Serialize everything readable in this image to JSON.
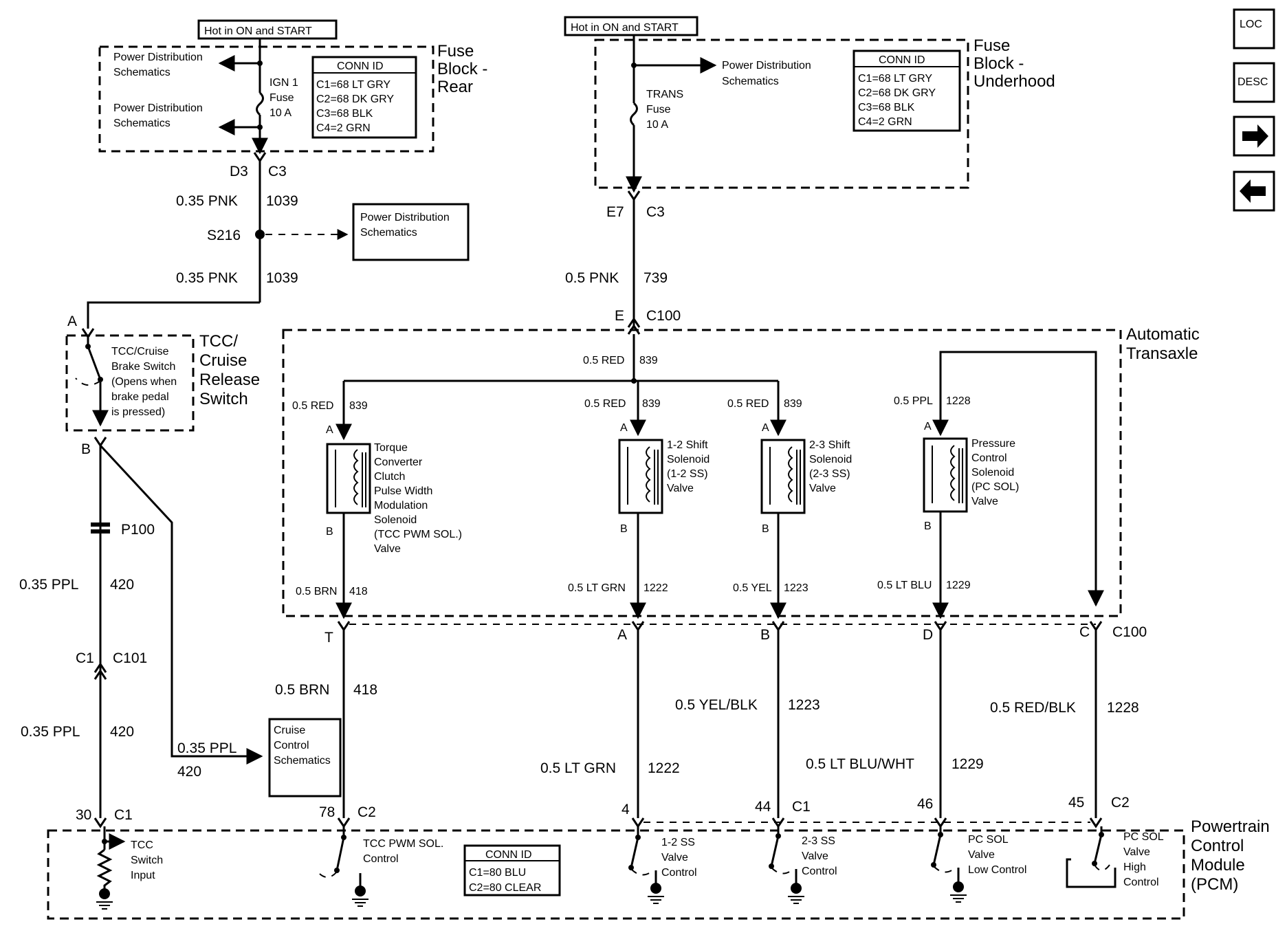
{
  "header": {
    "hot_rear": "Hot in ON and START",
    "hot_underhood": "Hot in ON and START"
  },
  "fuse_rear": {
    "title": [
      "Fuse",
      "Block -",
      "Rear"
    ],
    "pd1": [
      "Power Distribution",
      "Schematics"
    ],
    "pd2": [
      "Power Distribution",
      "Schematics"
    ],
    "fuse": [
      "IGN 1",
      "Fuse",
      "10 A"
    ],
    "conn_title": "CONN ID",
    "conn": [
      "C1=68 LT GRY",
      "C2=68 DK GRY",
      "C3=68 BLK",
      "C4=2 GRN"
    ]
  },
  "fuse_underhood": {
    "title": [
      "Fuse",
      "Block -",
      "Underhood"
    ],
    "pd": [
      "Power Distribution",
      "Schematics"
    ],
    "fuse": [
      "TRANS",
      "Fuse",
      "10 A"
    ],
    "conn_title": "CONN ID",
    "conn": [
      "C1=68 LT GRY",
      "C2=68 DK GRY",
      "C3=68 BLK",
      "C4=2 GRN"
    ]
  },
  "nav": {
    "loc": "LOC",
    "desc": "DESC",
    "next_icon": "right-arrow-icon",
    "prev_icon": "left-arrow-icon"
  },
  "left_circuit": {
    "d3": "D3",
    "c3": "C3",
    "w1_label": "0.35 PNK",
    "w1_num": "1039",
    "splice": "S216",
    "pd_box": [
      "Power Distribution",
      "Schematics"
    ],
    "w2_label": "0.35 PNK",
    "w2_num": "1039",
    "pin_a": "A",
    "pin_b": "B",
    "switch_desc": [
      "TCC/Cruise",
      "Brake Switch",
      "(Opens when",
      "brake pedal",
      "is pressed)"
    ],
    "switch_title": [
      "TCC/",
      "Cruise",
      "Release",
      "Switch"
    ],
    "p100": "P100",
    "w3_label": "0.35  PPL",
    "w3_num": "420",
    "c1": "C1",
    "c101": "C101",
    "w4_label": "0.35  PPL",
    "w4_num": "420",
    "cruise_wire_label": "0.35 PPL",
    "cruise_wire_num": "420",
    "cruise_box": [
      "Cruise",
      "Control",
      "Schematics"
    ]
  },
  "trans_circuit": {
    "e7": "E7",
    "c3": "C3",
    "w1_label": "0.5 PNK",
    "w1_num": "739",
    "e": "E",
    "c100": "C100",
    "title": [
      "Automatic",
      "Transaxle"
    ],
    "bus_label": "0.5 RED",
    "bus_num": "839",
    "solenoids": [
      {
        "wire_label": "0.5 RED",
        "wire_num": "839",
        "pin_a": "A",
        "pin_b": "B",
        "name": [
          "Torque",
          "Converter",
          "Clutch",
          "Pulse Width",
          "Modulation",
          "Solenoid",
          "(TCC PWM SOL.)",
          "Valve"
        ],
        "out_label": "0.5 BRN",
        "out_num": "418"
      },
      {
        "wire_label": "0.5 RED",
        "wire_num": "839",
        "pin_a": "A",
        "pin_b": "B",
        "name": [
          "1-2 Shift",
          "Solenoid",
          "(1-2 SS)",
          "Valve"
        ],
        "out_label": "0.5 LT GRN",
        "out_num": "1222"
      },
      {
        "wire_label": "0.5 RED",
        "wire_num": "839",
        "pin_a": "A",
        "pin_b": "B",
        "name": [
          "2-3 Shift",
          "Solenoid",
          "(2-3 SS)",
          "Valve"
        ],
        "out_label": "0.5 YEL",
        "out_num": "1223"
      },
      {
        "wire_label": "0.5 PPL",
        "wire_num": "1228",
        "pin_a": "A",
        "pin_b": "B",
        "name": [
          "Pressure",
          "Control",
          "Solenoid",
          "(PC SOL)",
          "Valve"
        ],
        "out_label": "0.5 LT BLU",
        "out_num": "1229"
      }
    ],
    "c100_pins": [
      "T",
      "A",
      "B",
      "D",
      "C"
    ],
    "c100_label": "C100"
  },
  "pcm_wires": [
    {
      "label": "0.5 BRN",
      "num": "418"
    },
    {
      "label": "0.5 LT GRN",
      "num": "1222"
    },
    {
      "label": "0.5 YEL/BLK",
      "num": "1223"
    },
    {
      "label": "0.5 LT BLU/WHT",
      "num": "1229"
    },
    {
      "label": "0.5 RED/BLK",
      "num": "1228"
    }
  ],
  "pcm": {
    "title": [
      "Powertrain",
      "Control",
      "Module",
      "(PCM)"
    ],
    "pins": [
      "30",
      "C1",
      "78",
      "C2",
      "4",
      "44",
      "C1",
      "46",
      "45",
      "C2"
    ],
    "tcc_switch": [
      "TCC",
      "Switch",
      "Input"
    ],
    "tcc_pwm": [
      "TCC PWM SOL.",
      "Control"
    ],
    "ss12": [
      "1-2 SS",
      "Valve",
      "Control"
    ],
    "ss23": [
      "2-3 SS",
      "Valve",
      "Control"
    ],
    "pc_low": [
      "PC SOL",
      "Valve",
      "Low Control"
    ],
    "pc_high": [
      "PC SOL",
      "Valve",
      "High",
      "Control"
    ],
    "conn_title": "CONN ID",
    "conn": [
      "C1=80 BLU",
      "C2=80 CLEAR"
    ]
  }
}
